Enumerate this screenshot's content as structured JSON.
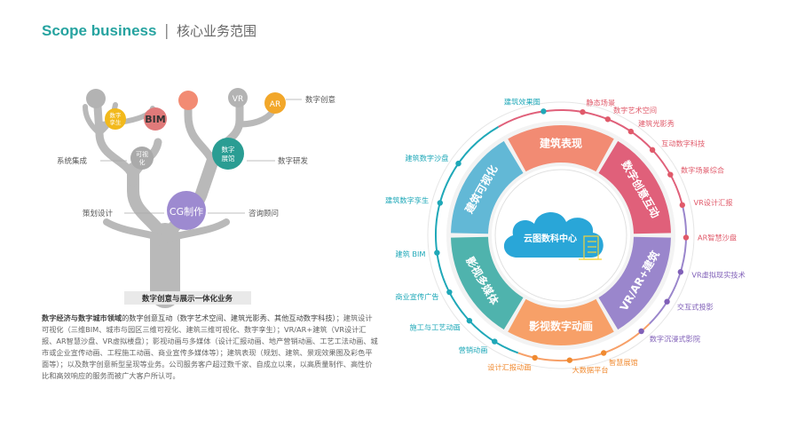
{
  "header": {
    "title_en": "Scope business",
    "separator": "|",
    "title_zh": "核心业务范围"
  },
  "tree": {
    "circles": [
      "数字孪生",
      "BIM",
      "可视化",
      "数字展馆",
      "VR",
      "AR",
      "CG制作"
    ],
    "side_labels": [
      "数字创意",
      "系统集成",
      "数字研发",
      "策划设计",
      "咨询顾问"
    ],
    "banner": "数字创意与展示一体化业务"
  },
  "description": {
    "lead": "数字经济与数字城市领域",
    "lead2": "的数字创意互动（数字艺术空间、建筑光影秀、其他互动数字科技）",
    "body": "；建筑设计可视化（三维BIM、城市与园区三维可视化、建筑三维可视化、数字孪生）；VR/AR+建筑（VR设计汇报、AR智慧沙盘、VR虚拟楼盘）；影视动画与多媒体（设计汇报动画、地产营销动画、工艺工法动画、城市或企业宣传动画、工程施工动画、商业宣传多媒体等）；建筑表现（规划、建筑、景观效果图及彩色平面等）；以及数字创意新型呈现等业务。公司服务客户超过数千家、自成立以来，以高质量制作、高性价比和高效响应的服务而被广大客户所认可。"
  },
  "wheel": {
    "center": "云图数科中心",
    "segments": [
      {
        "label": "建筑表现",
        "color": "#f28b73"
      },
      {
        "label": "数字创意互动",
        "color": "#e0607a"
      },
      {
        "label": "VR/AR+建筑",
        "color": "#9a86cc"
      },
      {
        "label": "影视数字动画",
        "color": "#f7a068"
      },
      {
        "label": "影视多媒体",
        "color": "#4fb3ad"
      },
      {
        "label": "建筑可视化",
        "color": "#62b8d6"
      }
    ],
    "outer_labels": [
      {
        "text": "建筑效果图",
        "color": "#1fa8b8"
      },
      {
        "text": "静态场景",
        "color": "#e05a6a"
      },
      {
        "text": "数字艺术空间",
        "color": "#e05a6a"
      },
      {
        "text": "建筑光影秀",
        "color": "#e05a6a"
      },
      {
        "text": "互动数字科技",
        "color": "#e05a6a"
      },
      {
        "text": "数字场景综合",
        "color": "#e05a6a"
      },
      {
        "text": "VR设计汇报",
        "color": "#e05a6a"
      },
      {
        "text": "AR智慧沙盘",
        "color": "#e05a6a"
      },
      {
        "text": "VR虚拟现实技术",
        "color": "#8060b8"
      },
      {
        "text": "交互式投影",
        "color": "#8060b8"
      },
      {
        "text": "数字沉浸式影院",
        "color": "#8060b8"
      },
      {
        "text": "智慧展馆",
        "color": "#f08a30"
      },
      {
        "text": "大数据平台",
        "color": "#f08a30"
      },
      {
        "text": "设计汇报动画",
        "color": "#f08a30"
      },
      {
        "text": "营销动画",
        "color": "#1fa8b8"
      },
      {
        "text": "施工与工艺动画",
        "color": "#1fa8b8"
      },
      {
        "text": "商业宣传广告",
        "color": "#1fa8b8"
      },
      {
        "text": "建筑 BIM",
        "color": "#1fa8b8"
      },
      {
        "text": "建筑数字孪生",
        "color": "#1fa8b8"
      },
      {
        "text": "建筑数字沙盘",
        "color": "#1fa8b8"
      }
    ]
  }
}
